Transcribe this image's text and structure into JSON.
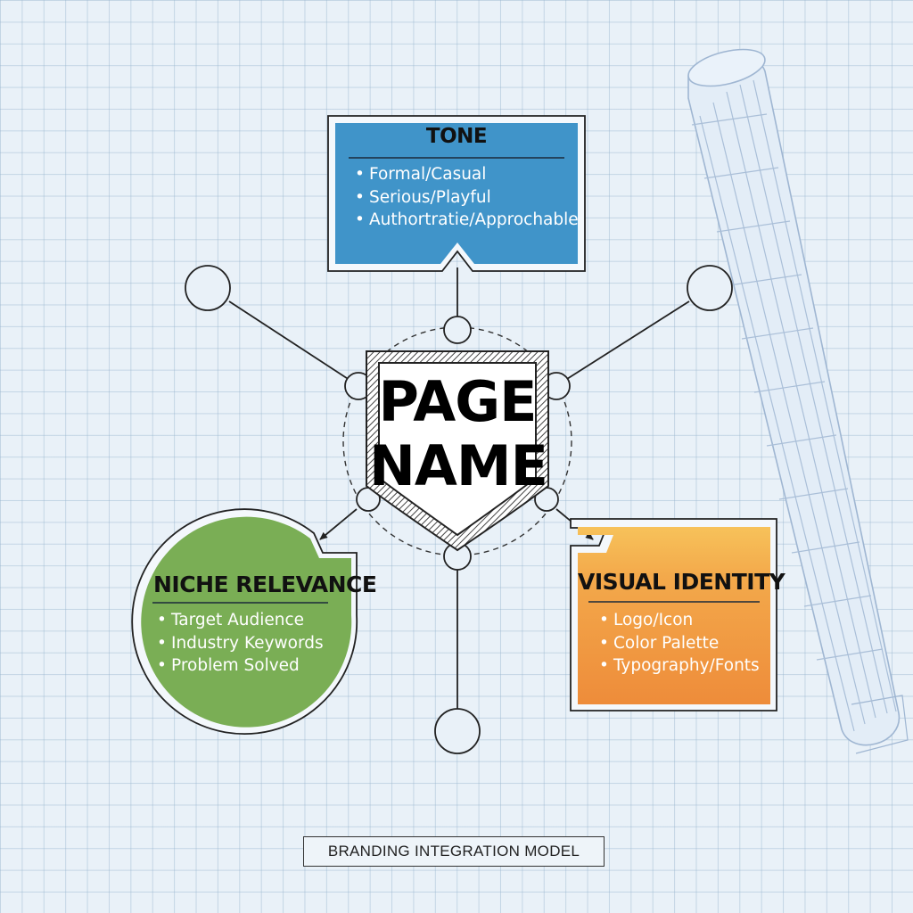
{
  "center": {
    "label": "PAGE NAME"
  },
  "tone": {
    "title": "TONE",
    "items": [
      "Formal/Casual",
      "Serious/Playful",
      "Authortratie/Approchable"
    ],
    "color": "#4094c9"
  },
  "niche_relevance": {
    "title": "NICHE RELEVANCE",
    "items": [
      "Target Audience",
      "Industry Keywords",
      "Problem Solved"
    ],
    "color": "#7aae55"
  },
  "visual_identity": {
    "title": "VISUAL IDENTITY",
    "items": [
      "Logo/Icon",
      "Color Palette",
      "Typography/Fonts"
    ],
    "colors": [
      "#f7c25a",
      "#ef8f3c"
    ]
  },
  "footer": {
    "caption": "BRANDING INTEGRATION MODEL"
  }
}
